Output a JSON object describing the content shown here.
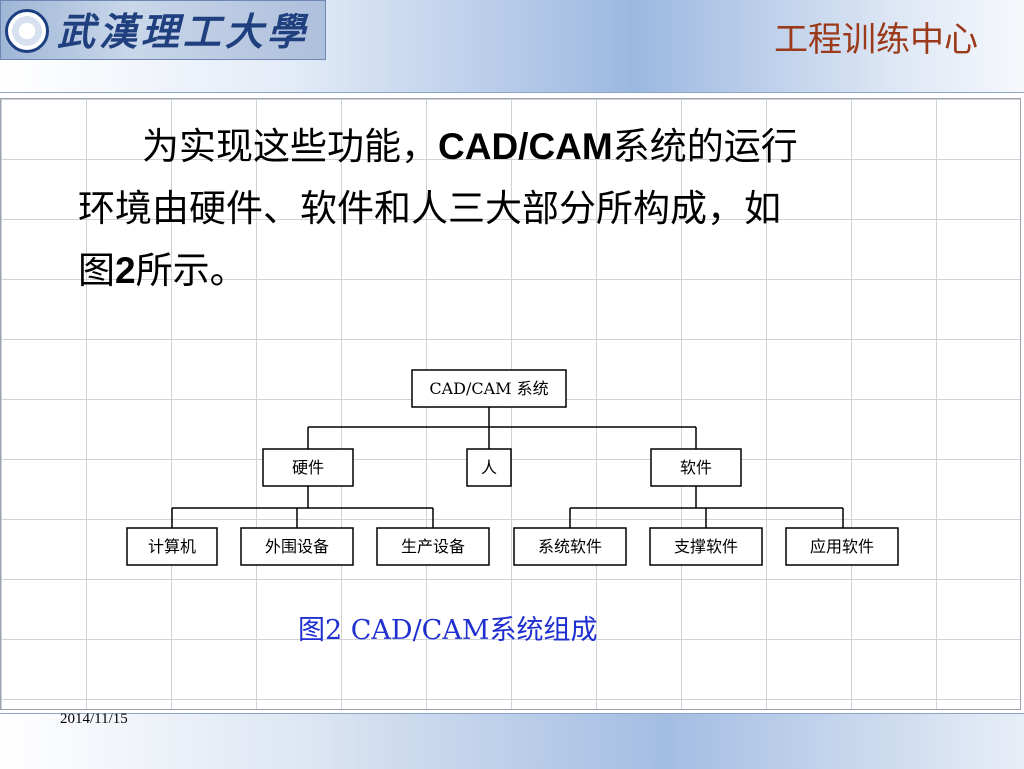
{
  "header": {
    "logo_text": "武漢理工大學",
    "center_title": "工程训练中心"
  },
  "body": {
    "line1_a": "为实现这些功能，",
    "line1_b": "CAD/CAM",
    "line1_c": "系统的运行",
    "line2": "环境由硬件、软件和人三大部分所构成，如",
    "line3_a": "图",
    "line3_b": "2",
    "line3_c": "所示。"
  },
  "diagram": {
    "root": "CAD/CAM 系统",
    "level2": [
      "硬件",
      "人",
      "软件"
    ],
    "level3": [
      "计算机",
      "外围设备",
      "生产设备",
      "系统软件",
      "支撑软件",
      "应用软件"
    ]
  },
  "caption": "图2  CAD/CAM系统组成",
  "footer": {
    "date": "2014/11/15"
  }
}
